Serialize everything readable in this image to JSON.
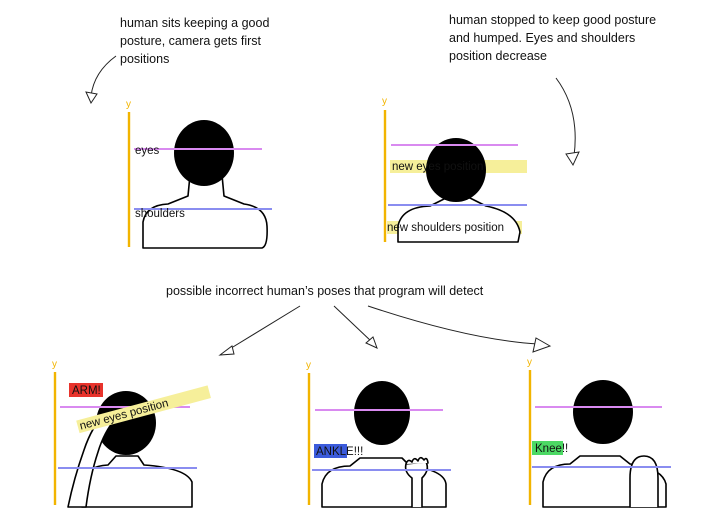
{
  "captions": {
    "top_left": [
      "human sits keeping a good",
      "posture, camera gets first",
      "positions"
    ],
    "top_right": [
      "human stopped to keep good posture",
      "and humped. Eyes and shoulders",
      "position decrease"
    ],
    "middle": "possible incorrect human’s poses that program will detect"
  },
  "panels": {
    "p1": {
      "axis": "y",
      "eyes": "eyes",
      "shoulders": "shoulders"
    },
    "p2": {
      "axis": "y",
      "eyes": "new eyes position",
      "shoulders": "new shoulders position"
    },
    "p3": {
      "axis": "y",
      "badge": "ARM!",
      "eyes": "new eyes position"
    },
    "p4": {
      "axis": "y",
      "badge": "ANKLE",
      "badge_suffix": "!!!"
    },
    "p5": {
      "axis": "y",
      "badge": "Knee",
      "badge_suffix": "!!"
    }
  },
  "colors": {
    "axis": "#f2b400",
    "eye_line": "#d98af0",
    "shoulder_line": "#8a8df0",
    "highlight": "#f6ef9a",
    "badge_arm": "#e8332c",
    "badge_ankle": "#3b5bdb",
    "badge_knee": "#4cd964"
  }
}
